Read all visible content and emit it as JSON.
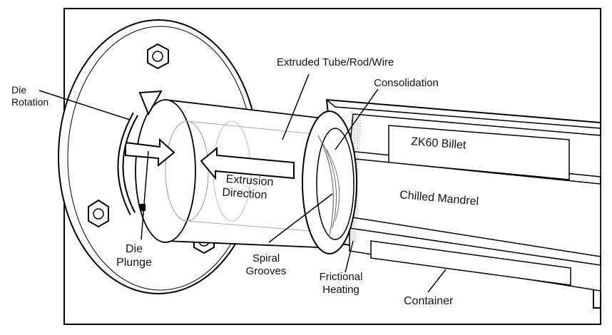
{
  "labels": {
    "die_rotation_line1": "Die",
    "die_rotation_line2": "Rotation",
    "extruded": "Extruded Tube/Rod/Wire",
    "consolidation": "Consolidation",
    "billet": "ZK60 Billet",
    "mandrel": "Chilled Mandrel",
    "extrusion_direction_line1": "Extrusion",
    "extrusion_direction_line2": "Direction",
    "die_plunge_line1": "Die",
    "die_plunge_line2": "Plunge",
    "spiral_line1": "Spiral",
    "spiral_line2": "Grooves",
    "frictional_line1": "Frictional",
    "frictional_line2": "Heating",
    "container": "Container"
  }
}
